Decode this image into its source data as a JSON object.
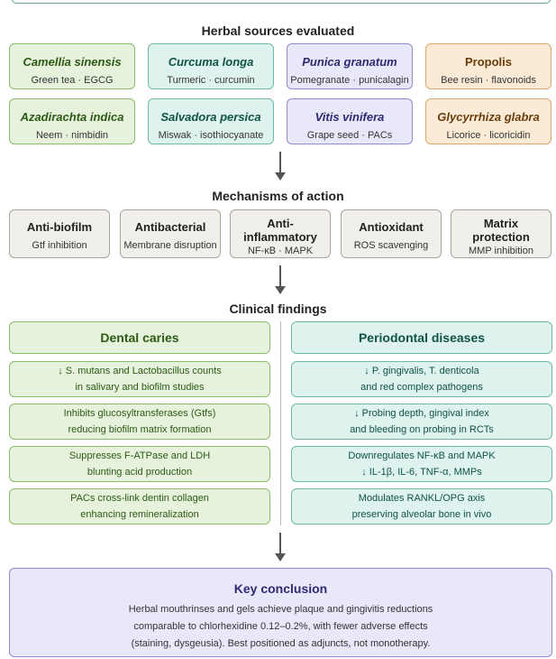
{
  "sections": {
    "sources": "Herbal sources evaluated",
    "mechanisms": "Mechanisms of action",
    "clinical": "Clinical findings"
  },
  "sources": [
    {
      "name": "Camellia sinensis",
      "sub": "Green tea · EGCG"
    },
    {
      "name": "Curcuma longa",
      "sub": "Turmeric · curcumin"
    },
    {
      "name": "Punica granatum",
      "sub": "Pomegranate · punicalagin"
    },
    {
      "name": "Propolis",
      "sub": "Bee resin · flavonoids"
    },
    {
      "name": "Azadirachta indica",
      "sub": "Neem · nimbidin"
    },
    {
      "name": "Salvadora persica",
      "sub": "Miswak · isothiocyanate"
    },
    {
      "name": "Vitis vinifera",
      "sub": "Grape seed · PACs"
    },
    {
      "name": "Glycyrrhiza glabra",
      "sub": "Licorice · licoricidin"
    }
  ],
  "mechanisms": [
    {
      "title": "Anti-biofilm",
      "sub": "Gtf inhibition"
    },
    {
      "title": "Antibacterial",
      "sub": "Membrane disruption"
    },
    {
      "title_1": "Anti-",
      "title_2": "inflammatory",
      "sub": "NF-κB · MAPK"
    },
    {
      "title": "Antioxidant",
      "sub": "ROS scavenging"
    },
    {
      "title_1": "Matrix",
      "title_2": "protection",
      "sub": "MMP inhibition"
    }
  ],
  "clinical": {
    "caries": {
      "heading": "Dental caries",
      "findings": [
        {
          "l1": "↓ S. mutans and Lactobacillus counts",
          "l2": "in salivary and biofilm studies"
        },
        {
          "l1": "Inhibits glucosyltransferases (Gtfs)",
          "l2": "reducing biofilm matrix formation"
        },
        {
          "l1": "Suppresses F-ATPase and LDH",
          "l2": "blunting acid production"
        },
        {
          "l1": "PACs cross-link dentin collagen",
          "l2": "enhancing remineralization"
        }
      ]
    },
    "perio": {
      "heading": "Periodontal diseases",
      "findings": [
        {
          "l1": "↓ P. gingivalis, T. denticola",
          "l2": "and red complex pathogens"
        },
        {
          "l1": "↓ Probing depth, gingival index",
          "l2": "and bleeding on probing in RCTs"
        },
        {
          "l1": "Downregulates NF-κB and MAPK",
          "l2": "↓ IL-1β, IL-6, TNF-α, MMPs"
        },
        {
          "l1": "Modulates RANKL/OPG axis",
          "l2": "preserving alveolar bone in vivo"
        }
      ]
    }
  },
  "conclusion": {
    "title": "Key conclusion",
    "l1": "Herbal mouthrinses and gels achieve plaque and gingivitis reductions",
    "l2": "comparable to chlorhexidine 0.12–0.2%, with fewer adverse effects",
    "l3": "(staining, dysgeusia). Best positioned as adjuncts, not monotherapy."
  }
}
